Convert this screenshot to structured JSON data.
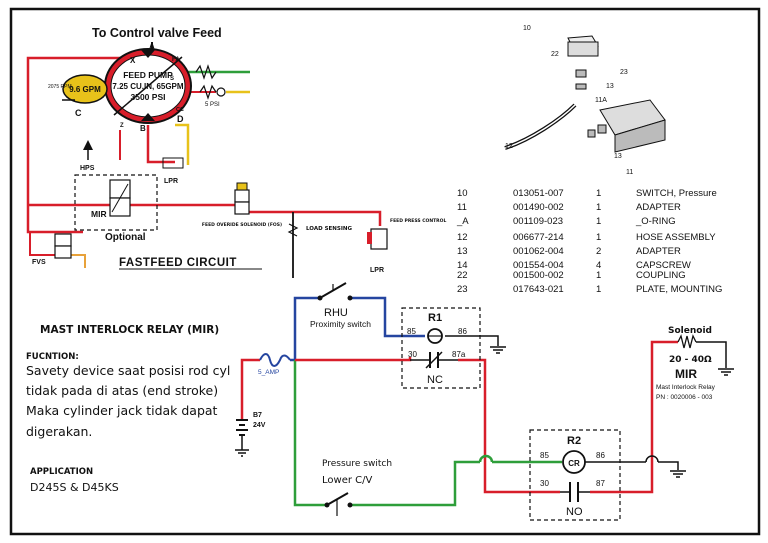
{
  "top_circuit": {
    "title": "To Control valve Feed",
    "pump_line1": "FEED PUMP",
    "pump_line2": "7.25 CU.IN, 65GPM",
    "pump_line3": "3500 PSI",
    "aux_pump": "9.6 GPM",
    "aux_pump_side": "2075 RPM",
    "spd": "5 PSI",
    "port_a": "A",
    "port_b": "B",
    "port_c": "C",
    "port_d": "D",
    "port_fa": "FA",
    "port_z": "Z",
    "port_x": "X",
    "port_s": "S",
    "port_cc": "CC",
    "hps": "HPS",
    "lpr": "LPR",
    "mir": "MIR",
    "optional": "Optional",
    "fos_label": "FEED OVERIDE SOLENOID (FOS)",
    "load_sensing": "LOAD SENSING",
    "feed_press": "FEED PRESS CONTROL",
    "lpr2": "LPR",
    "fvs": "FVS",
    "circuit_name": "FASTFEED CIRCUIT"
  },
  "parts_table": [
    {
      "num": "10",
      "part": "013051-007",
      "qty": "1",
      "desc": "SWITCH, Pressure"
    },
    {
      "num": "11",
      "part": "001490-002",
      "qty": "1",
      "desc": "ADAPTER"
    },
    {
      "num": "_A",
      "part": "001109-023",
      "qty": "1",
      "desc": "_O-RING"
    },
    {
      "num": "12",
      "part": "006677-214",
      "qty": "1",
      "desc": "HOSE ASSEMBLY"
    },
    {
      "num": "13",
      "part": "001062-004",
      "qty": "2",
      "desc": "ADAPTER"
    },
    {
      "num": "14",
      "part": "001554-004",
      "qty": "4",
      "desc": "CAPSCREW"
    },
    {
      "num": "22",
      "part": "001500-002",
      "qty": "1",
      "desc": "COUPLING"
    },
    {
      "num": "23",
      "part": "017643-021",
      "qty": "1",
      "desc": "PLATE, MOUNTING"
    }
  ],
  "exploded": {
    "c10": "10",
    "c22": "22",
    "c23": "23",
    "c13": "13",
    "c11a": "11A",
    "c12": "12",
    "c13b": "13",
    "c11": "11"
  },
  "mir": {
    "title": "MAST INTERLOCK  RELAY (MIR)",
    "function_label": "FUCNTION:",
    "function_lines": [
      "Savety device saat posisi rod cyl",
      "tidak pada di atas (end stroke)",
      "Maka cylinder jack tidak dapat",
      "digerakan."
    ],
    "application_label": "APPLICATION",
    "application_value": "D245S & D45KS"
  },
  "electric": {
    "rhu": "RHU",
    "proximity": "Proximity switch",
    "r1": "R1",
    "r1_85": "85",
    "r1_86": "86",
    "r1_30": "30",
    "r1_87a": "87a",
    "nc": "NC",
    "fuse": "5_AMP",
    "battery": "B7",
    "battery_v": "24V",
    "pressure_switch": "Pressure switch",
    "lower_cv": "Lower C/V",
    "r2": "R2",
    "r2_cr": "CR",
    "r2_85": "85",
    "r2_86": "86",
    "r2_30": "30",
    "r2_87": "87",
    "no": "NO",
    "solenoid": "Solenoid",
    "resistance": "20 - 40Ω",
    "mir_tag": "MIR",
    "mir_full": "Mast Interlock Relay",
    "pn": "PN : 0020006 - 003"
  }
}
